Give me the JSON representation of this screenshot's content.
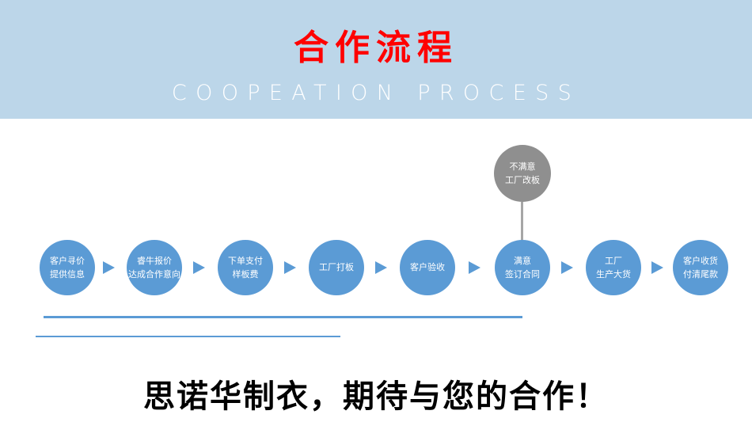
{
  "banner": {
    "title": "合作流程",
    "subtitle": "COOPEATION PROCESS"
  },
  "flow": {
    "steps": [
      {
        "line1": "客户寻价",
        "line2": "提供信息"
      },
      {
        "line1": "睿牛报价",
        "line2": "达成合作意向"
      },
      {
        "line1": "下单支付",
        "line2": "样板费"
      },
      {
        "line1": "工厂打板",
        "line2": ""
      },
      {
        "line1": "客户验收",
        "line2": ""
      },
      {
        "line1": "满意",
        "line2": "签订合同"
      },
      {
        "line1": "工厂",
        "line2": "生产大货"
      },
      {
        "line1": "客户收货",
        "line2": "付清尾款"
      }
    ],
    "branch": {
      "line1": "不满意",
      "line2": "工厂改板"
    }
  },
  "footer": {
    "slogan": "思诺华制衣，期待与您的合作！"
  },
  "colors": {
    "banner_bg": "#bcd6e9",
    "title_red": "#ff0000",
    "subtitle_white": "#ffffff",
    "circle_blue": "#5b9bd5",
    "circle_gray": "#8f8f8f",
    "line_blue": "#5b9bd5"
  }
}
